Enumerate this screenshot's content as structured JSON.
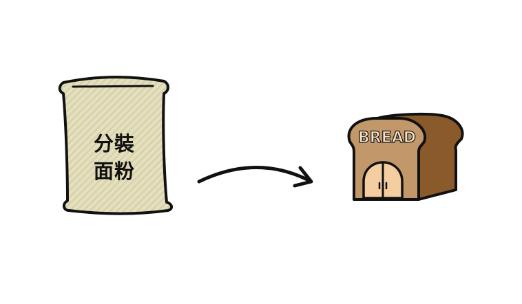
{
  "flour_bag": {
    "label_line1": "分裝",
    "label_line2": "面粉",
    "fill_color": "#e4dfbd",
    "stripe_color": "#d3cca6"
  },
  "bread_house": {
    "sign_text": "BREAD",
    "front_color": "#c2976a",
    "side_color": "#8b5a2b",
    "door_color": "#f4cda0"
  },
  "arrow": {
    "direction": "right",
    "icon": "curved-arrow-icon"
  },
  "outline_color": "#111111"
}
